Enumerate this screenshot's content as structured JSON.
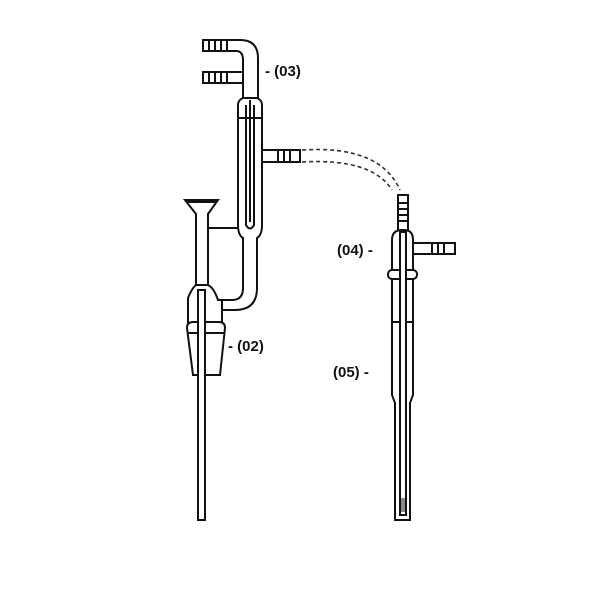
{
  "labels": {
    "part_02": "- (02)",
    "part_03": "- (03)",
    "part_04": "(04) -",
    "part_05": "(05) -"
  },
  "colors": {
    "line": "#111111",
    "background": "#ffffff"
  }
}
